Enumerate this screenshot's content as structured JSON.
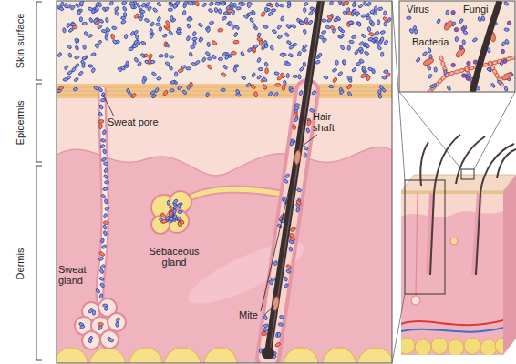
{
  "diagram": {
    "labels": [
      "Skin surface",
      "Epidermis",
      "Dermis",
      "Sweat pore",
      "Hair shaft",
      "Sebaceous gland",
      "Sweat gland",
      "Mite",
      "Virus",
      "Fungi",
      "Bacteria"
    ]
  }
}
